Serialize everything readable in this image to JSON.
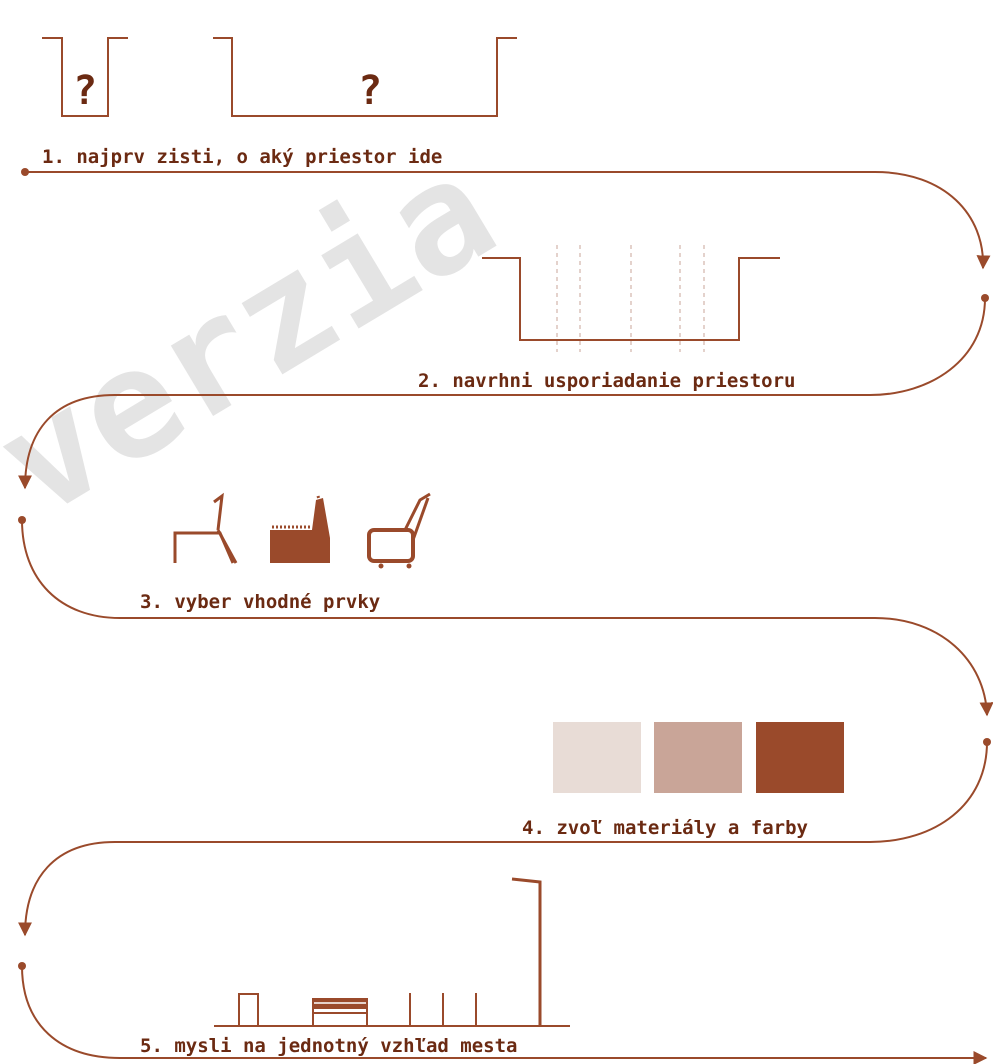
{
  "watermark": "verzia",
  "colors": {
    "accent": "#9a4a2b",
    "text": "#6b2a12",
    "swatch_light": "#e8dcd6",
    "swatch_medium": "#c9a598",
    "swatch_dark": "#9a4a2b"
  },
  "steps": [
    {
      "label": "1. najprv zisti, o aký priestor ide"
    },
    {
      "label": "2. navrhni usporiadanie priestoru"
    },
    {
      "label": "3. vyber vhodné prvky"
    },
    {
      "label": "4. zvoľ materiály a farby"
    },
    {
      "label": "5. mysli na jednotný vzhľad mesta"
    }
  ],
  "spaces": [
    {
      "mark": "?"
    },
    {
      "mark": "?"
    }
  ]
}
